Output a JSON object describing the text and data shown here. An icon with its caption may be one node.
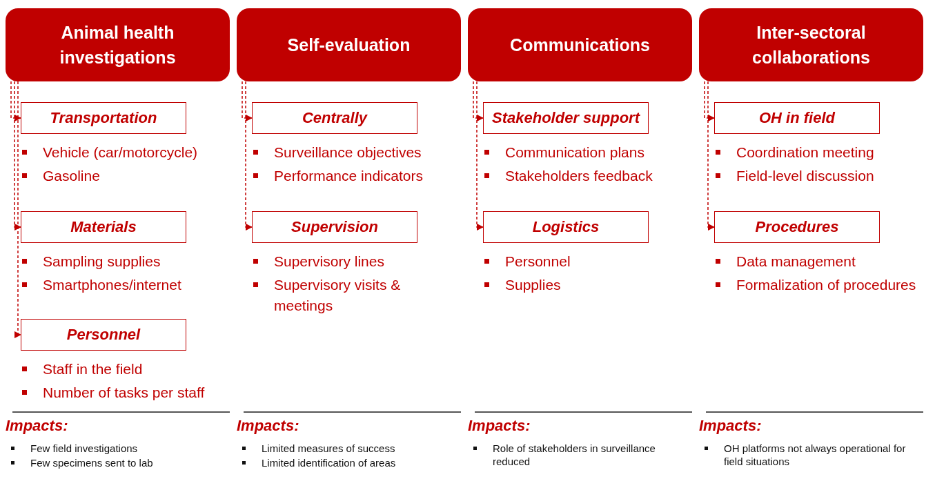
{
  "diagram": {
    "nodes": [
      {
        "text": [
          "Animal health investigations"
        ]
      },
      {
        "text": [
          "Transportation"
        ],
        "beside": [
          "Vehicle (car/motorcycle)",
          "Gasoline"
        ]
      },
      {
        "text": [
          "Materials"
        ],
        "beside": [
          "Sampling supplies",
          "Smartphones/internet"
        ]
      },
      {
        "text": [
          "Personnel"
        ],
        "beside": [
          "Staff in the field",
          "Number of tasks per staff"
        ]
      },
      {
        "text": [
          "Self-evaluation"
        ]
      },
      {
        "text": [
          "Centrally"
        ],
        "beside": [
          "Surveillance objectives",
          "Performance indicators"
        ]
      },
      {
        "text": [
          "Supervision"
        ],
        "beside": [
          "Supervisory lines",
          "Supervisory visits & meetings"
        ]
      },
      {
        "text": [
          "Communications"
        ]
      },
      {
        "text": [
          "Stakeholder support"
        ],
        "beside": [
          "Communication plans",
          "Stakeholders feedback"
        ]
      },
      {
        "text": [
          "Logistics"
        ],
        "beside": [
          "Personnel",
          "Supplies"
        ]
      },
      {
        "text": [
          "Inter-sectoral collaborations"
        ]
      },
      {
        "text": [
          "OH in field"
        ],
        "beside": [
          "Coordination meeting",
          "Field-level discussion"
        ]
      },
      {
        "text": [
          "Procedures"
        ],
        "beside": [
          "Data management",
          "Formalization of procedures"
        ]
      }
    ],
    "edges": [
      {
        "from": 0,
        "to": 1,
        "arrow": "to",
        "style": "dashed"
      },
      {
        "from": 0,
        "to": 2,
        "arrow": "to",
        "style": "dashed"
      },
      {
        "from": 0,
        "to": 3,
        "arrow": "to",
        "style": "dashed"
      },
      {
        "from": 4,
        "to": 5,
        "arrow": "to",
        "style": "dashed"
      },
      {
        "from": 4,
        "to": 6,
        "arrow": "to",
        "style": "dashed"
      },
      {
        "from": 7,
        "to": 8,
        "arrow": "to",
        "style": "dashed"
      },
      {
        "from": 7,
        "to": 9,
        "arrow": "to",
        "style": "dashed"
      },
      {
        "from": 10,
        "to": 11,
        "arrow": "to",
        "style": "dashed"
      },
      {
        "from": 10,
        "to": 12,
        "arrow": "to",
        "style": "dashed"
      }
    ],
    "labels": [
      "Impacts:",
      "Few field investigations",
      "Few specimens sent to lab",
      "Impacts:",
      "Limited measures of success",
      "Limited identification of areas",
      "Impacts:",
      "Role of stakeholders in surveillance reduced",
      "Impacts:",
      "OH platforms not always operational for field situations"
    ]
  }
}
